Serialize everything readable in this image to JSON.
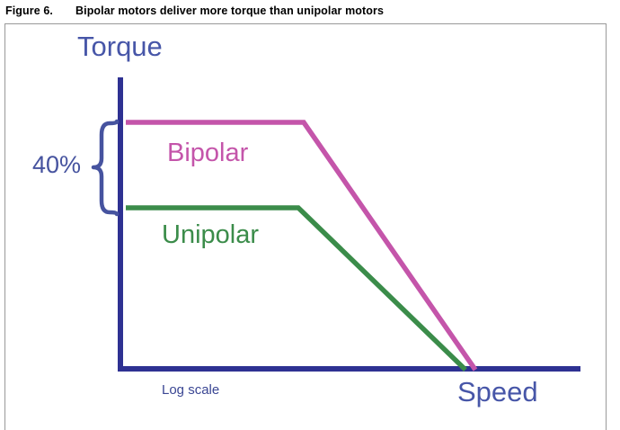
{
  "caption": {
    "figure_number": "Figure 6.",
    "title": "Bipolar motors deliver more torque than unipolar motors"
  },
  "colors": {
    "axis": "#2e3192",
    "bipolar": "#c455aa",
    "unipolar": "#3b8c4a",
    "label_blue": "#4756a8",
    "brace_blue": "#46539f",
    "frame": "#999999",
    "background": "#ffffff"
  },
  "chart_data": {
    "type": "line",
    "title": "Bipolar motors deliver more torque than unipolar motors",
    "xlabel": "Speed",
    "ylabel": "Torque",
    "x_axis_note": "Log scale",
    "grid": false,
    "legend": "inline-labels",
    "axis_ticks": [],
    "annotations": [
      {
        "text": "40%",
        "meaning": "Bipolar holding torque is 40% greater than unipolar holding torque",
        "type": "brace",
        "spans": [
          "unipolar-plateau",
          "bipolar-plateau"
        ]
      },
      {
        "text": "Log scale",
        "meaning": "The speed (x) axis uses a logarithmic scale",
        "type": "axis-note"
      }
    ],
    "series": [
      {
        "name": "Bipolar",
        "color": "#c455aa",
        "label_position": "inline",
        "points": [
          {
            "x": 0.0,
            "y": 1.4
          },
          {
            "x": 0.39,
            "y": 1.4
          },
          {
            "x": 0.75,
            "y": 0.0
          }
        ]
      },
      {
        "name": "Unipolar",
        "color": "#3b8c4a",
        "label_position": "inline",
        "points": [
          {
            "x": 0.0,
            "y": 1.0
          },
          {
            "x": 0.38,
            "y": 1.0
          },
          {
            "x": 0.73,
            "y": 0.0
          }
        ]
      }
    ],
    "xlim": [
      0,
      1
    ],
    "ylim": [
      0,
      1.7
    ]
  },
  "labels": {
    "torque": "Torque",
    "speed": "Speed",
    "percent": "40%",
    "bipolar": "Bipolar",
    "unipolar": "Unipolar",
    "log_scale": "Log scale"
  }
}
